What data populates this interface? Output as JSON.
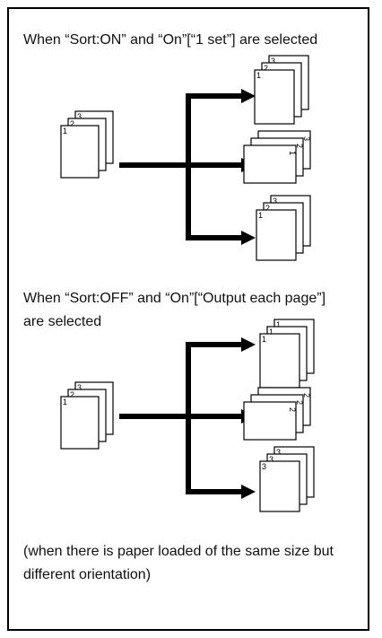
{
  "frame": {
    "border_color": "#000000"
  },
  "diagram1": {
    "caption": "When “Sort:ON” and “On”[“1 set”] are selected",
    "input_pages": [
      "1",
      "2",
      "3"
    ],
    "output_top": [
      "1",
      "2",
      "3"
    ],
    "output_middle": [
      "1",
      "2",
      "3"
    ],
    "output_bottom": [
      "1",
      "2",
      "3"
    ]
  },
  "diagram2": {
    "caption": "When “Sort:OFF” and “On”[“Output each page”] are selected",
    "input_pages": [
      "1",
      "2",
      "3"
    ],
    "output_top": [
      "1",
      "1",
      "1"
    ],
    "output_middle": [
      "2",
      "2",
      "2"
    ],
    "output_bottom": [
      "3",
      "3",
      "3"
    ]
  },
  "note": "(when there is paper loaded of the same size but different orientation)",
  "colors": {
    "ink": "#000000",
    "paper": "#ffffff"
  }
}
